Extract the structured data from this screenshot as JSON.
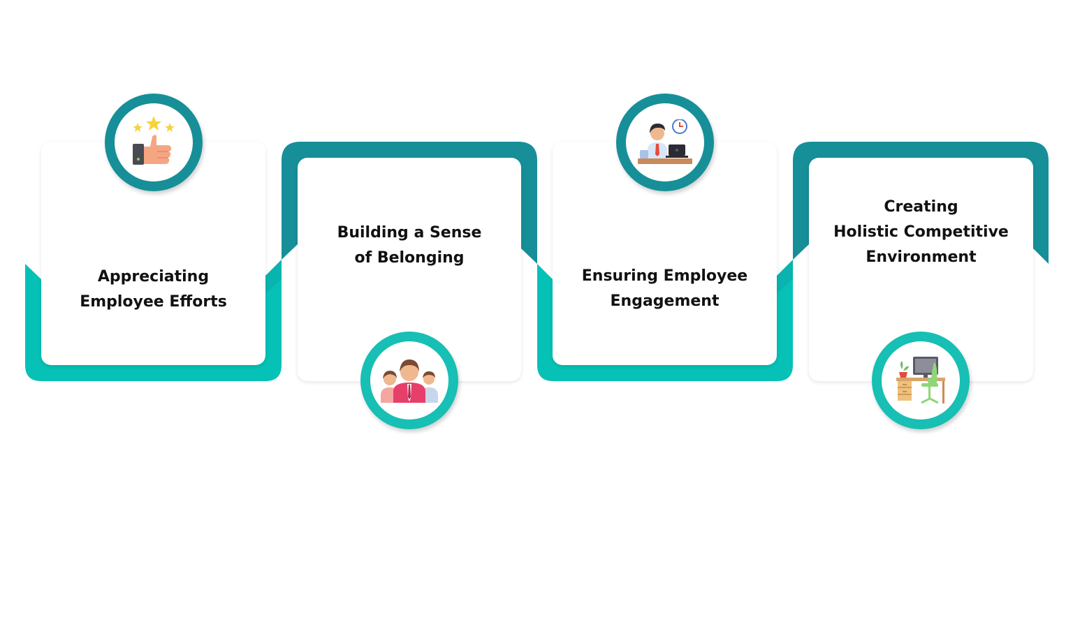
{
  "steps": [
    {
      "title_lines": [
        "Appreciating",
        "Employee Efforts"
      ],
      "icon": "thumbs-up-stars-icon"
    },
    {
      "title_lines": [
        "Building a Sense",
        "of Belonging"
      ],
      "icon": "team-group-icon"
    },
    {
      "title_lines": [
        "Ensuring Employee",
        "Engagement"
      ],
      "icon": "employee-at-desk-clock-icon"
    },
    {
      "title_lines": [
        "Creating",
        "Holistic Competitive",
        "Environment"
      ],
      "icon": "office-desk-workspace-icon"
    }
  ],
  "colors": {
    "teal_dark": "#178f98",
    "teal_light": "#05c6bb",
    "text": "#111111",
    "card": "#ffffff"
  }
}
